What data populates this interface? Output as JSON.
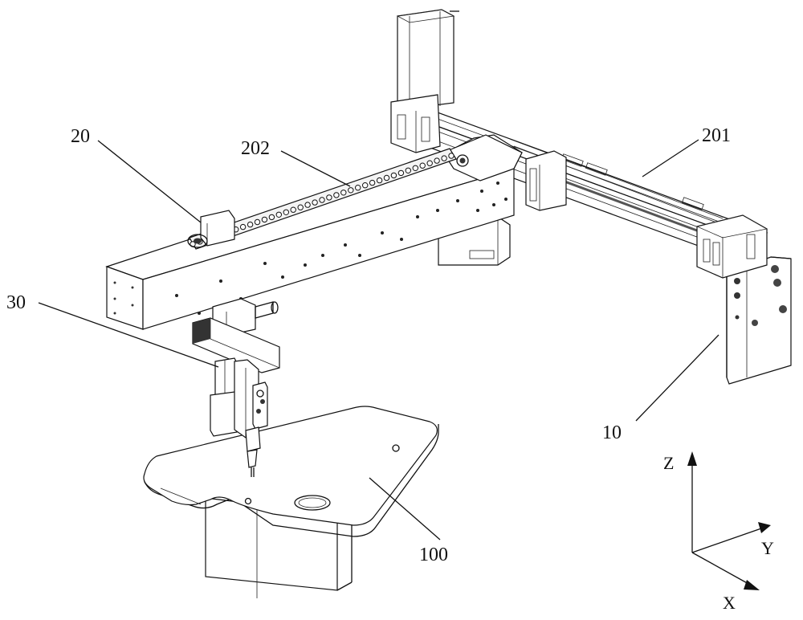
{
  "labels": {
    "frame": "10",
    "gantry": "20",
    "y_rail": "201",
    "x_beam": "202",
    "tool_head": "30",
    "workpiece": "100"
  },
  "axes": {
    "z": "Z",
    "y": "Y",
    "x": "X"
  }
}
